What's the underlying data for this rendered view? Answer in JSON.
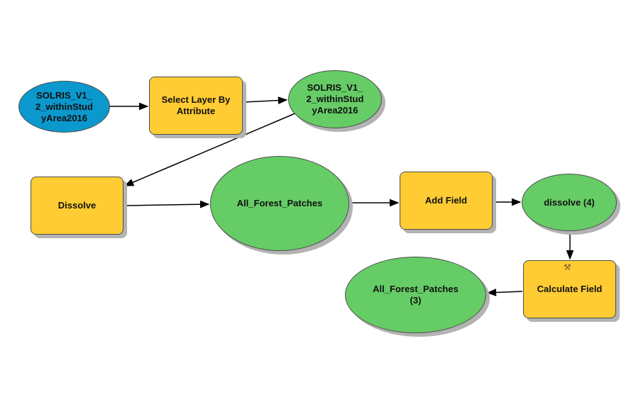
{
  "diagram": {
    "colors": {
      "input_data": "#0b98cc",
      "derived_data": "#66cc66",
      "tool": "#ffcc33",
      "connector": "#000000"
    },
    "nodes": {
      "input": {
        "label": "SOLRIS_V1_\n2_withinStud\nyArea2016",
        "kind": "input-data"
      },
      "select": {
        "label": "Select Layer By\nAttribute",
        "kind": "tool"
      },
      "selected": {
        "label": "SOLRIS_V1_\n2_withinStud\nyArea2016",
        "kind": "derived-data"
      },
      "dissolve": {
        "label": "Dissolve",
        "kind": "tool"
      },
      "forest": {
        "label": "All_Forest_Patches",
        "kind": "derived-data"
      },
      "add_field": {
        "label": "Add Field",
        "kind": "tool"
      },
      "dissolve4": {
        "label": "dissolve (4)",
        "kind": "derived-data"
      },
      "calc_field": {
        "label": "Calculate Field",
        "kind": "tool",
        "icon": "hammer-icon"
      },
      "forest3": {
        "label": "All_Forest_Patches\n(3)",
        "kind": "derived-data"
      }
    },
    "edges": [
      [
        "input",
        "select"
      ],
      [
        "select",
        "selected"
      ],
      [
        "selected",
        "dissolve"
      ],
      [
        "dissolve",
        "forest"
      ],
      [
        "forest",
        "add_field"
      ],
      [
        "add_field",
        "dissolve4"
      ],
      [
        "dissolve4",
        "calc_field"
      ],
      [
        "calc_field",
        "forest3"
      ]
    ]
  }
}
